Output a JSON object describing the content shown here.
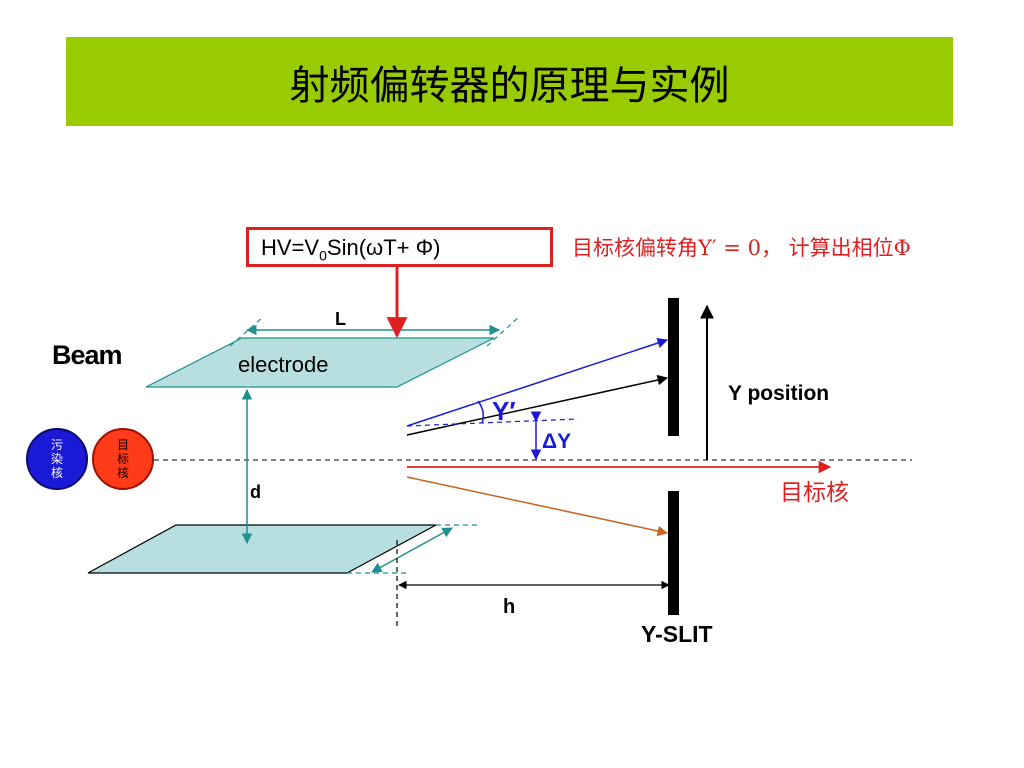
{
  "title": "射频偏转器的原理与实例",
  "hv_formula": {
    "prefix": "HV=V",
    "subscript": "0",
    "suffix": "Sin(ωT+ Φ)"
  },
  "note": "目标核偏转角Y′ = 0， 计算出相位Φ",
  "beam_label": "Beam",
  "contaminant_nucleus": [
    "污",
    "染",
    "核"
  ],
  "target_nucleus": [
    "目",
    "标",
    "核"
  ],
  "labels": {
    "L": "L",
    "electrode": "electrode",
    "d": "d",
    "h": "h",
    "y_prime": "Y′",
    "delta_y": "ΔY",
    "y_position": "Y position",
    "target_beam": "目标核",
    "y_slit": "Y-SLIT"
  },
  "colors": {
    "banner": "#99cc00",
    "electrode_fill": "#b8dfe0",
    "teal": "#1f8f8f",
    "red": "#e02020",
    "blue": "#1a1ad6",
    "orange": "#c8641e"
  }
}
